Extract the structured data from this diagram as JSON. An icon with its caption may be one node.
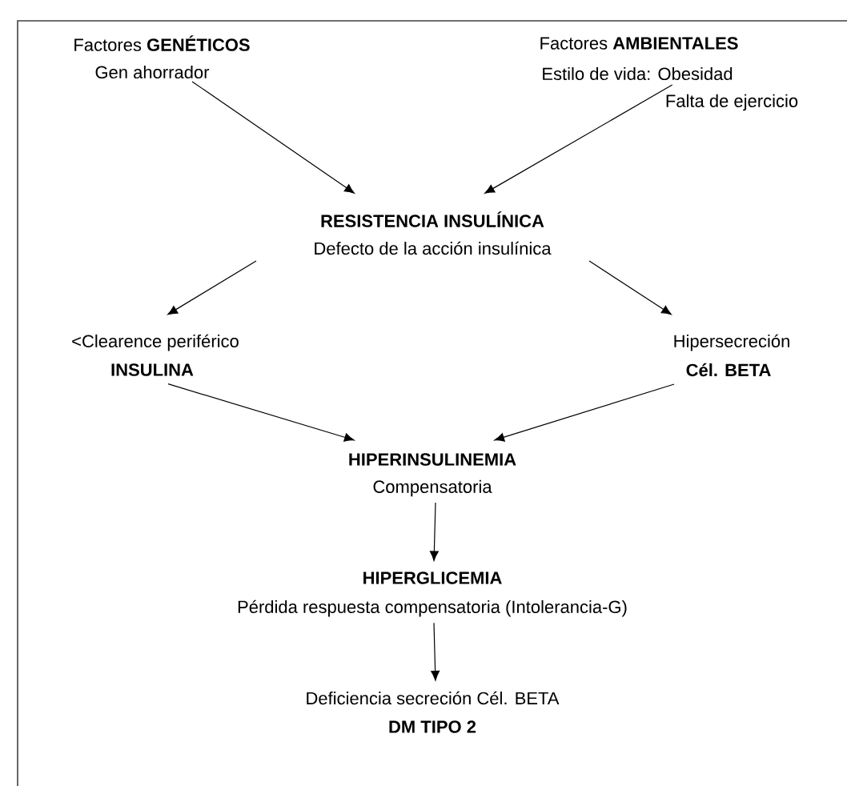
{
  "diagram": {
    "nodes": [
      {
        "text": [
          "Factores **GENÉTICOS**",
          "Gen ahorrador"
        ]
      },
      {
        "text": [
          "Factores **AMBIENTALES**",
          "Estilo de vida: Obesidad",
          "Falta de ejercicio"
        ]
      },
      {
        "text": [
          "RESISTENCIA INSULÍNICA",
          "Defecto de la acción insulínica"
        ]
      },
      {
        "text": [
          "<Clearence periférico",
          "INSULINA"
        ]
      },
      {
        "text": [
          "Hipersecreción",
          "Cél. BETA"
        ]
      },
      {
        "text": [
          "HIPERINSULINEMIA",
          "Compensatoria"
        ]
      },
      {
        "text": [
          "HIPERGLICEMIA",
          "Pérdida respuesta compensatoria (Intolerancia-G)"
        ]
      },
      {
        "text": [
          "Deficiencia secreción Cél. BETA",
          "DM TIPO 2"
        ]
      }
    ],
    "edges": [
      {
        "from": 0,
        "to": 2,
        "arrow": "to"
      },
      {
        "from": 1,
        "to": 2,
        "arrow": "to"
      },
      {
        "from": 2,
        "to": 3,
        "arrow": "to"
      },
      {
        "from": 2,
        "to": 4,
        "arrow": "to"
      },
      {
        "from": 3,
        "to": 5,
        "arrow": "to"
      },
      {
        "from": 4,
        "to": 5,
        "arrow": "to"
      },
      {
        "from": 5,
        "to": 6,
        "arrow": "to"
      },
      {
        "from": 6,
        "to": 7,
        "arrow": "to"
      }
    ]
  }
}
